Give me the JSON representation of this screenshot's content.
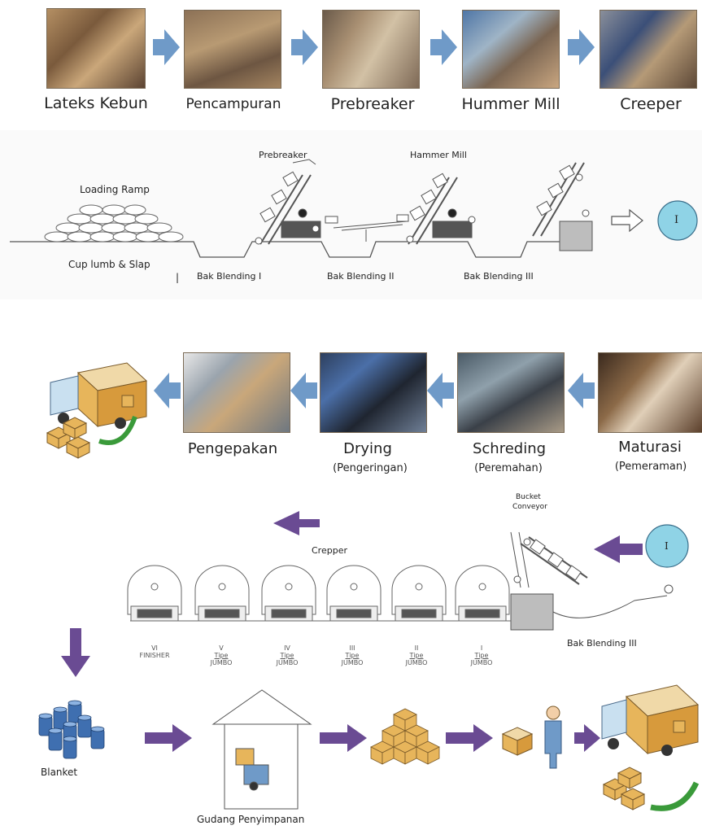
{
  "top_flow": {
    "steps": [
      {
        "label": "Lateks Kebun"
      },
      {
        "label": "Pencampuran"
      },
      {
        "label": "Prebreaker"
      },
      {
        "label": "Hummer Mill"
      },
      {
        "label": "Creeper"
      }
    ]
  },
  "process_line": {
    "loading_ramp": "Loading Ramp",
    "cup_lump": "Cup lumb & Slap",
    "prebreaker": "Prebreaker",
    "hammer_mill": "Hammer Mill",
    "bak1": "Bak Blending I",
    "bak2": "Bak Blending II",
    "bak3": "Bak Blending III",
    "connector": "I",
    "tick": "|"
  },
  "second_flow": {
    "steps": [
      {
        "label": "Pengepakan",
        "sub": ""
      },
      {
        "label": "Drying",
        "sub": "(Pengeringan)"
      },
      {
        "label": "Schreding",
        "sub": "(Peremahan)"
      },
      {
        "label": "Maturasi",
        "sub": "(Pemeraman)"
      }
    ]
  },
  "crepper_line": {
    "title": "Crepper",
    "bucket_conveyor_line1": "Bucket",
    "bucket_conveyor_line2": "Conveyor",
    "bak3": "Bak Blending III",
    "connector": "I",
    "machines": [
      {
        "roman": "VI",
        "l2": "FINISHER",
        "l3": ""
      },
      {
        "roman": "V",
        "l2": "Tipe",
        "l3": "JUMBO"
      },
      {
        "roman": "IV",
        "l2": "Tipe",
        "l3": "JUMBO"
      },
      {
        "roman": "III",
        "l2": "Tipe",
        "l3": "JUMBO"
      },
      {
        "roman": "II",
        "l2": "Tipe",
        "l3": "JUMBO"
      },
      {
        "roman": "I",
        "l2": "Tipe",
        "l3": "JUMBO"
      }
    ]
  },
  "bottom_flow": {
    "blanket": "Blanket",
    "gudang": "Gudang Penyimpanan"
  },
  "colors": {
    "blue_arrow": "#6f9ac8",
    "purple_arrow": "#6a4b93",
    "connector_fill": "#8fd3e6",
    "box_fill": "#e7b55b",
    "truck_fill": "#c9e0f0"
  }
}
